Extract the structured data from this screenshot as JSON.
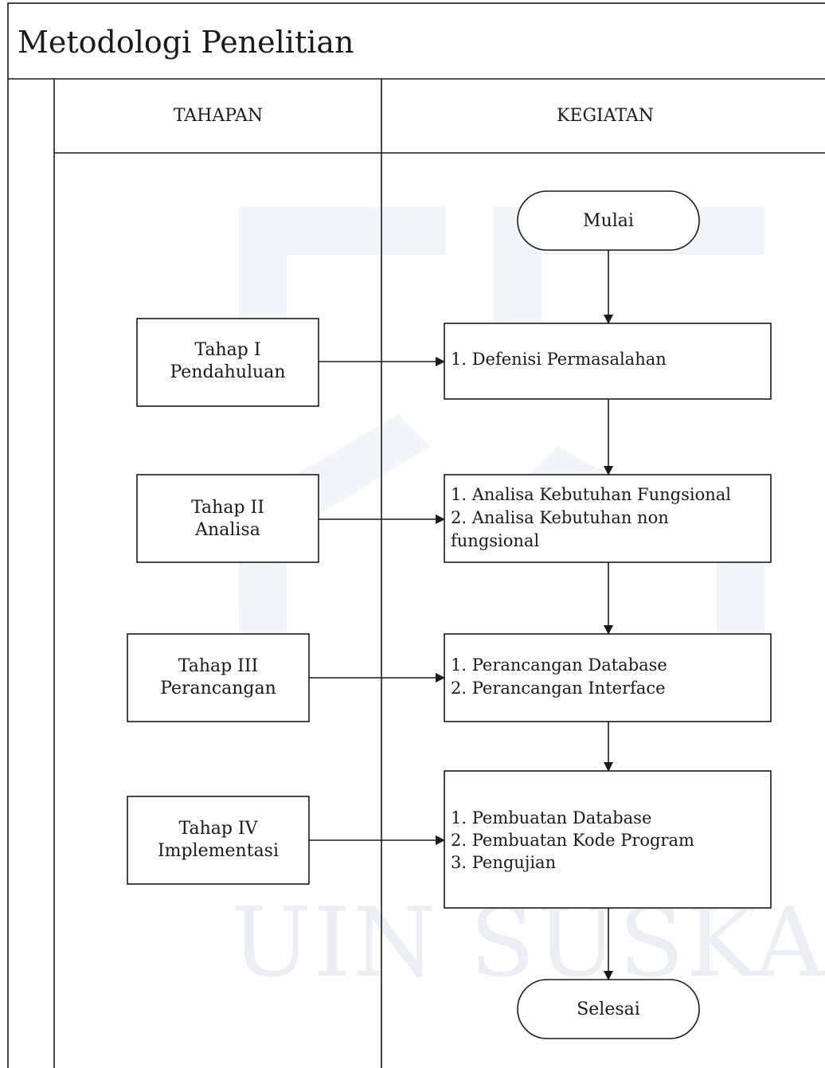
{
  "diagram": {
    "title": "Metodologi Penelitian",
    "columns": {
      "left": "TAHAPAN",
      "right": "KEGIATAN"
    },
    "start_label": "Mulai",
    "end_label": "Selesai",
    "stages": [
      {
        "label": [
          "Tahap I",
          "Pendahuluan"
        ]
      },
      {
        "label": [
          "Tahap II",
          "Analisa"
        ]
      },
      {
        "label": [
          "Tahap III",
          "Perancangan"
        ]
      },
      {
        "label": [
          "Tahap IV",
          "Implementasi"
        ]
      }
    ],
    "activities": [
      {
        "lines": [
          "1. Defenisi Permasalahan"
        ]
      },
      {
        "lines": [
          "1. Analisa Kebutuhan Fungsional",
          "2. Analisa Kebutuhan non",
          "fungsional"
        ]
      },
      {
        "lines": [
          "1. Perancangan Database",
          "2. Perancangan Interface"
        ]
      },
      {
        "lines": [
          "1. Pembuatan Database",
          "2. Pembuatan Kode Program",
          "3. Pengujian"
        ]
      }
    ],
    "watermark": "UIN SUSKA RIAU"
  },
  "colors": {
    "line": "#1a1a1a",
    "watermark": "#e9edf3"
  }
}
